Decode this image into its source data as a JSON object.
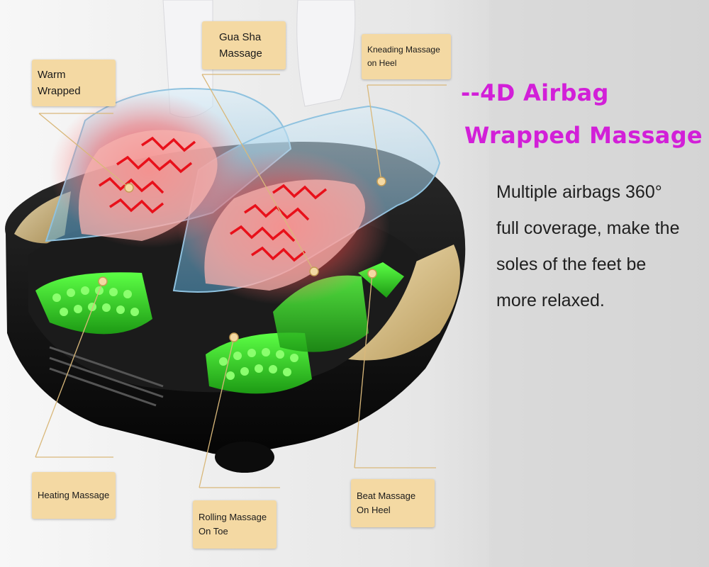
{
  "headline": {
    "line1": "--4D Airbag",
    "line2": "Wrapped Massage"
  },
  "description_lines": [
    "Multiple airbags 360°",
    "full coverage, make the",
    "soles of the feet be",
    "more relaxed."
  ],
  "callouts": {
    "warm_wrapped": [
      "Warm Wrapped"
    ],
    "gua_sha": [
      "Gua Sha",
      "Massage"
    ],
    "kneading_heel": [
      "Kneading Massage",
      "on Heel"
    ],
    "heating": [
      "Heating Massage"
    ],
    "rolling_toe": [
      "Rolling Massage",
      "On Toe"
    ],
    "beat_heel": [
      "Beat Massage",
      "On Heel"
    ]
  },
  "colors": {
    "headline": "#d21fd8",
    "label_background": "#f4d9a3",
    "leader_line": "#d9b87a",
    "massage_heads": "#3ddc2e",
    "device_body": "#141414",
    "heat_glow": "#ff3c3c"
  },
  "image_elements": [
    "foot-massager-photo",
    "airbag-wrap-icon",
    "heat-wave-icon",
    "roller-nodes-icon"
  ]
}
